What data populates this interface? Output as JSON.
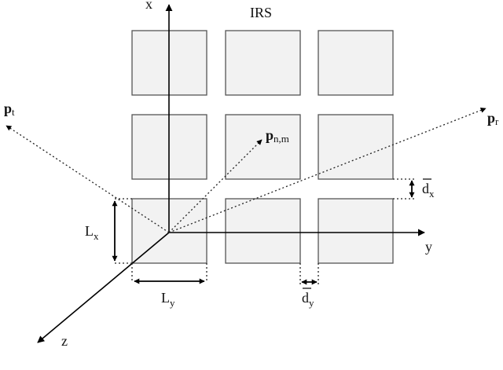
{
  "title": "IRS",
  "axes": {
    "x": "x",
    "y": "y",
    "z": "z"
  },
  "vectors": {
    "pt": {
      "main": "p",
      "sub": "t"
    },
    "pr": {
      "main": "p",
      "sub": "r"
    },
    "pnm": {
      "main": "p",
      "sub": "n,m"
    }
  },
  "dimensions": {
    "Lx": {
      "main": "L",
      "sub": "x"
    },
    "Ly": {
      "main": "L",
      "sub": "y"
    },
    "dx": {
      "main": "d",
      "sub": "x"
    },
    "dy": {
      "main": "d",
      "sub": "y"
    }
  },
  "grid": {
    "rows": 3,
    "cols": 3
  },
  "colors": {
    "element_fill": "#f2f2f2",
    "element_stroke": "#555555",
    "line": "#000000"
  }
}
